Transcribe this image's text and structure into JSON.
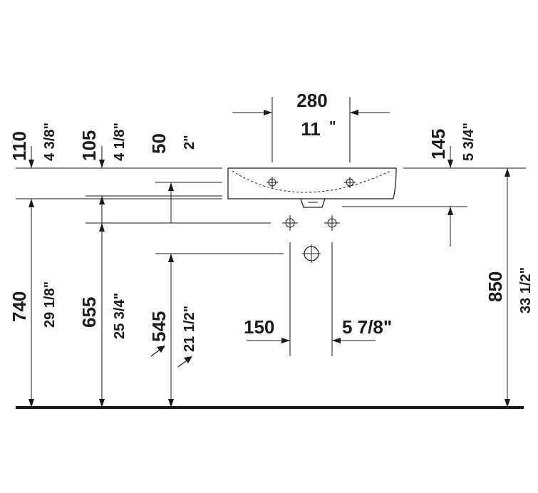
{
  "dimensions": {
    "width_mm": "280",
    "width_in": "11",
    "width_in_mark": "\"",
    "d110_mm": "110",
    "d110_in": "4 3/8\"",
    "d105_mm": "105",
    "d105_in": "4 1/8\"",
    "d50_mm": "50",
    "d50_in": "2\"",
    "d145_mm": "145",
    "d145_in": "5 3/4\"",
    "d740_mm": "740",
    "d740_in": "29 1/8\"",
    "d655_mm": "655",
    "d655_in": "25 3/4\"",
    "d545_mm": "545",
    "d545_in": "21 1/2\"",
    "d850_mm": "850",
    "d850_in": "33 1/2\"",
    "d150_mm": "150",
    "d150_in": "5 7/8\""
  }
}
